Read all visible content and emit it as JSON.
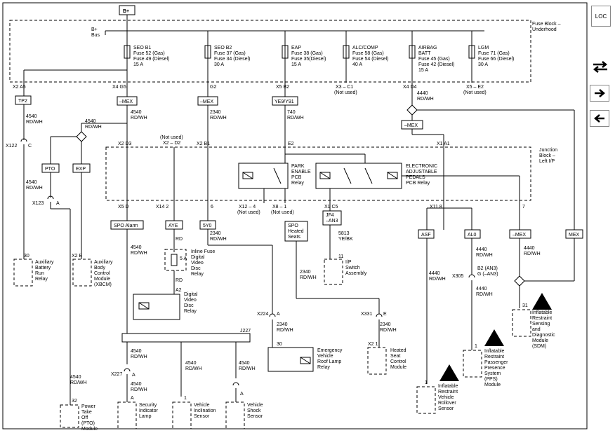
{
  "toolbar": {
    "loc_label": "LOC",
    "share_icon": "swap-arrows-icon",
    "next_icon": "arrow-right-icon",
    "prev_icon": "arrow-left-icon"
  },
  "power": {
    "bplus": "B+",
    "bplus_bus": "B+\nBus"
  },
  "fuse_block": {
    "label": "Fuse Block –\nUnderhood"
  },
  "junction_block": {
    "label": "Junction\nBlock –\nLeft I/P"
  },
  "fuses": [
    {
      "name": "SEO B1",
      "l2": "Fuse 52 (Gas)",
      "l3": "Fuse 49 (Diesel)",
      "l4": "15 A"
    },
    {
      "name": "SEO B2",
      "l2": "Fuse 37 (Gas)",
      "l3": "Fuse 34 (Diesel)",
      "l4": "30 A"
    },
    {
      "name": "EAP",
      "l2": "Fuse 38 (Gas)",
      "l3": "Fuse 35(Diesel)",
      "l4": "15 A"
    },
    {
      "name": "ALC/COMP",
      "l2": "Fuse 58 (Gas)",
      "l3": "Fuse 54 (Diesel)",
      "l4": "40 A"
    },
    {
      "name": "AIRBAG",
      "l2": "BATT",
      "l3": "Fuse 45 (Gas)",
      "l4": "Fuse 42 (Diesel)",
      "l5": "15 A"
    },
    {
      "name": "LGM",
      "l2": "Fuse 71 (Gas)",
      "l3": "Fuse 66 (Diesel)",
      "l4": "30 A"
    }
  ],
  "connectors": {
    "x2a5": "X2   A5",
    "x4g5": "X4   G5",
    "g2": "G2",
    "x5b2": "X5   B2",
    "x3c1": "X3 – C1",
    "not_used": "(Not used)",
    "x4d4": "X4   D4",
    "x5e2": "X5 – E2",
    "x2d3": "X2   D3",
    "x2d2": "X2 – D2",
    "x2b1": "X2   B1",
    "e2": "E2",
    "x1a1": "X1   A1",
    "x5d": "X5   D",
    "x14_2": "X14   2",
    "c6": "6",
    "x12_4": "X12 – 4",
    "x8_1": "X8 – 1",
    "x1c5": "X1   C5",
    "x11_8": "X11   8",
    "c7": "7",
    "x122": "X122",
    "c": "C",
    "x123": "X123",
    "a": "A",
    "x224": "X224",
    "x331": "X331",
    "e": "E",
    "x227": "X227",
    "x305": "X305",
    "b2an3": "B2 (AN3)",
    "gan3": "G (–AN3)",
    "j227": "J227"
  },
  "options": {
    "tp2": "TP2",
    "mex1": "–MEX",
    "mex2": "–MEX",
    "ye9": "YE9/Y91",
    "mex3": "–MEX",
    "pto": "PTO",
    "exp": "EXP",
    "spo_alarm": "SPO Alarm",
    "aye": "AYE",
    "syo": "5Y0",
    "spo_heated": "SPO\nHeated\nSeats",
    "jf4": "JF4\n–AN3",
    "asf": "ASF",
    "al0": "AL0",
    "mex4": "–MEX",
    "mex5": "MEX"
  },
  "wires": {
    "w4440": "4440\nRD/WH",
    "w4540": "4540\nRD/WH",
    "w2340": "2340\nRD/WH",
    "w740": "740\nRD/WH",
    "w5813": "5813\nYE/BK",
    "rd": "RD",
    "a2": "A2",
    "fuse5a": "5 A",
    "inline_fuse": "Inline Fuse\nDigital\nVideo\nDisc\nRelay"
  },
  "relays": {
    "park": "PARK\nENABLE\nPCB\nRelay",
    "eap": "ELECTRONIC\nADJUSTABLE\nPEDALS\nPCB Relay"
  },
  "components": {
    "aux_batt": {
      "pin": "30",
      "label": "Auxiliary\nBattery\nRun\nRelay"
    },
    "aux_body": {
      "pin": "X2   B",
      "label": "Auxiliary\nBody\nControl\nModule\n(XBCM)"
    },
    "dvd_relay": {
      "label": "Digital\nVideo\nDisc\nRelay"
    },
    "ip_switch": {
      "pin": "11",
      "label": "I/P\nSwitch\nAssembly"
    },
    "roof_lamp": {
      "pin": "30",
      "label": "Emergency\nVehicle\nRoof Lamp\nRelay"
    },
    "heated_seat": {
      "pin": "X2   1",
      "label": "Heated\nSeat\nControl\nModule"
    },
    "sdm": {
      "pin": "31",
      "label": "Inflatable\nRestraint\nSensing\nand\nDiagnostic\nModule\n(SDM)"
    },
    "pps": {
      "pin": "1",
      "label": "Inflatable\nRestraint\nPassenger\nPresence\nSystem\n(PPS)\nModule"
    },
    "rollover": {
      "pin": "1",
      "label": "Inflatable\nRestraint\nVehicle\nRollover\nSensor"
    },
    "pto_module": {
      "pin": "32",
      "label": "Power\nTake\nOff\n(PTO)\nModule"
    },
    "security": {
      "pin": "A",
      "label": "Security\nIndicator\nLamp"
    },
    "incline": {
      "pin": "1",
      "label": "Vehicle\nInclination\nSensor"
    },
    "shock": {
      "pin": "A",
      "label": "Vehicle\nShock\nSensor"
    }
  }
}
